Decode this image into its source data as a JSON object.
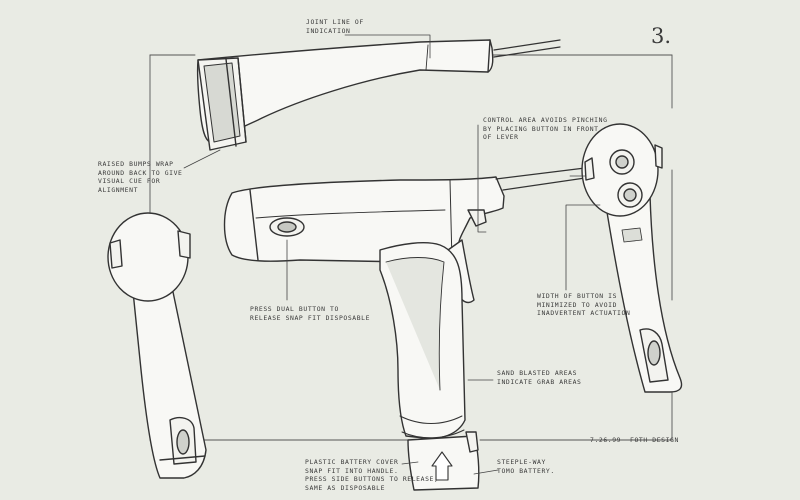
{
  "sheet": {
    "page_number": "3.",
    "date_credit": "7.26.99  Foth Design",
    "colors": {
      "paper": "#e9ebe4",
      "ink": "#333333",
      "fill": "#f8f8f5",
      "shade": "#cfd1cc"
    }
  },
  "annotations": {
    "joint_line": "Joint line of\nindication",
    "control_area": "Control area avoids pinching\nby placing button in front\nof lever",
    "raised_bumps": "Raised bumps wrap\naround back to give\nvisual cue for\nalignment",
    "press_dual_button": "Press dual button to\nrelease snap fit disposable",
    "width_of_button": "Width of button is\nminimized to avoid\ninadvertent actuation",
    "sand_blasted": "Sand blasted areas\nindicate grab areas",
    "plastic_battery": "Plastic battery cover\nsnap fit into handle.\nPress side buttons to release,\nsame as disposable",
    "steeple_way": "Steeple-way\nTomo battery."
  }
}
